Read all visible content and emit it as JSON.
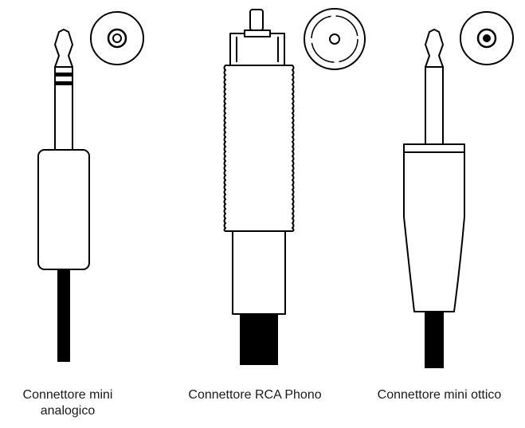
{
  "connectors": [
    {
      "label": "Connettore mini analogico",
      "line1": "Connettore mini",
      "line2": "analogico"
    },
    {
      "label": "Connettore RCA Phono"
    },
    {
      "label": "Connettore mini ottico"
    }
  ],
  "colors": {
    "stroke": "#000000",
    "fill": "#ffffff",
    "cable": "#000000",
    "text": "#1a1a1a"
  }
}
